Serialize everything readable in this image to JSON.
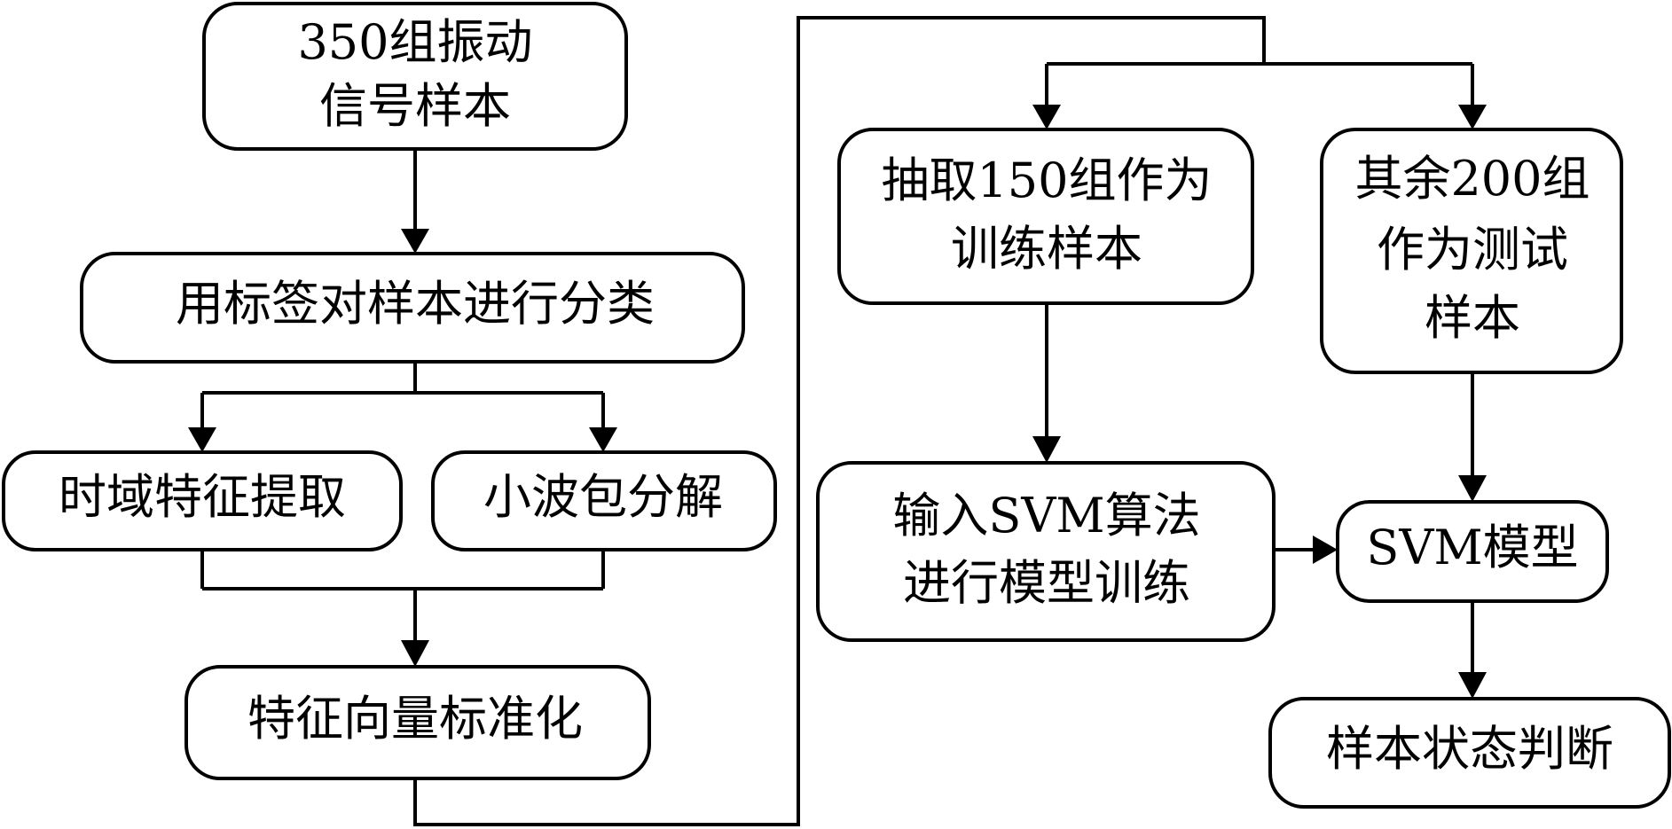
{
  "nodes": {
    "samples": [
      "350组振动",
      "信号样本"
    ],
    "classify": [
      "用标签对样本进行分类"
    ],
    "time_domain": [
      "时域特征提取"
    ],
    "wavelet": [
      "小波包分解"
    ],
    "normalize": [
      "特征向量标准化"
    ],
    "train_select": [
      "抽取150组作为",
      "训练样本"
    ],
    "test_select": [
      "其余200组",
      "作为测试",
      "样本"
    ],
    "svm_train": [
      "输入SVM算法",
      "进行模型训练"
    ],
    "svm_model": [
      "SVM模型"
    ],
    "state_judge": [
      "样本状态判断"
    ]
  },
  "colors": {
    "stroke": "#000000",
    "fill": "#ffffff",
    "text": "#000000"
  }
}
